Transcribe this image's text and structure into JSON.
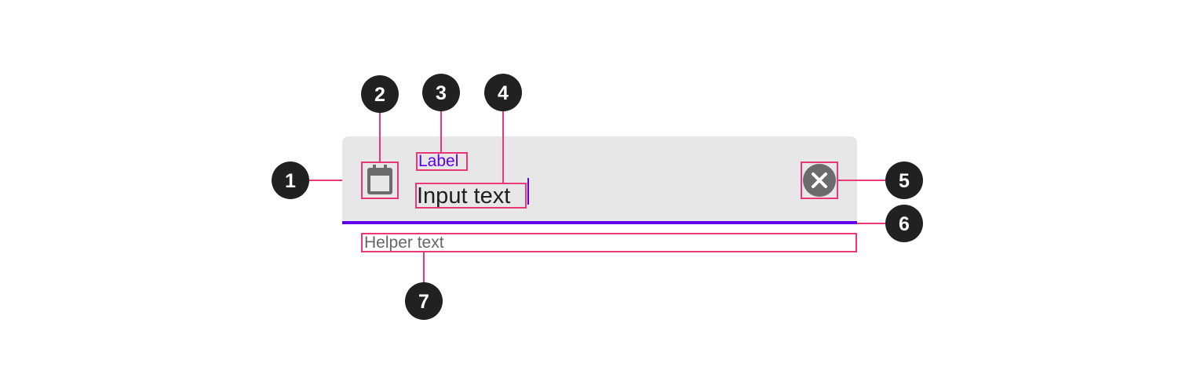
{
  "text_field": {
    "label": "Label",
    "input_value": "Input text",
    "helper_text": "Helper text",
    "leading_icon": "calendar-icon",
    "trailing_icon": "clear-icon"
  },
  "colors": {
    "container": "#e7e7e7",
    "accent": "#6200ee",
    "annotation_outline": "#e8387a",
    "badge": "#212121",
    "icon": "#6b6b6b"
  },
  "callouts": [
    {
      "number": "1"
    },
    {
      "number": "2"
    },
    {
      "number": "3"
    },
    {
      "number": "4"
    },
    {
      "number": "5"
    },
    {
      "number": "6"
    },
    {
      "number": "7"
    }
  ]
}
